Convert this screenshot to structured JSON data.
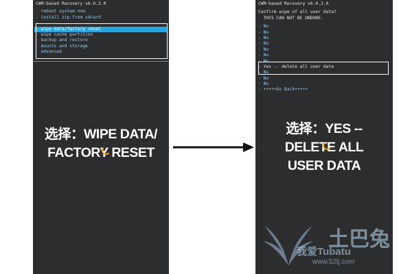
{
  "left_screen": {
    "header": "CWM-based Recovery v6.0.3.0",
    "menu": [
      {
        "label": "- reboot system now",
        "selected": false
      },
      {
        "label": "- install zip from sdcard",
        "selected": false
      },
      {
        "label": "- ",
        "selected": false
      },
      {
        "label": "- wipe data/factory reset",
        "selected": true
      },
      {
        "label": "- wipe cache partition",
        "selected": false
      },
      {
        "label": "- backup and restore",
        "selected": false
      },
      {
        "label": "- mounts and storage",
        "selected": false
      },
      {
        "label": "- advanced",
        "selected": false
      }
    ],
    "caption_line1": "选择：WIPE DATA/",
    "caption_line2": "FACTORY RESET"
  },
  "right_screen": {
    "header": "CWM-based Recovery v6.0.3.0",
    "prompt_line1": "Confirm wipe of all user data?",
    "prompt_line2": "  THIS CAN NOT BE UNDONE.",
    "options": [
      "- No",
      "- No",
      "- No",
      "- No",
      "- No",
      "- No",
      "- No",
      "- Yes -- delete all user data",
      "- No",
      "- No",
      "- No",
      "- +++++Go Back+++++"
    ],
    "caption_line1": "选择：YES --",
    "caption_line2": "DELETE ALL",
    "caption_line3": "USER DATA"
  },
  "watermark": {
    "logo_text": "土巴兔",
    "slogan": "我爱",
    "brand": "Tubatu",
    "site": "www.52lj.com"
  },
  "colors": {
    "screen_bg": "#2c2d2f",
    "menu_text": "#9ecbe6",
    "selection": "#2aa6dc",
    "spinner": "#f5a623",
    "page_bg": "#ffffff"
  }
}
